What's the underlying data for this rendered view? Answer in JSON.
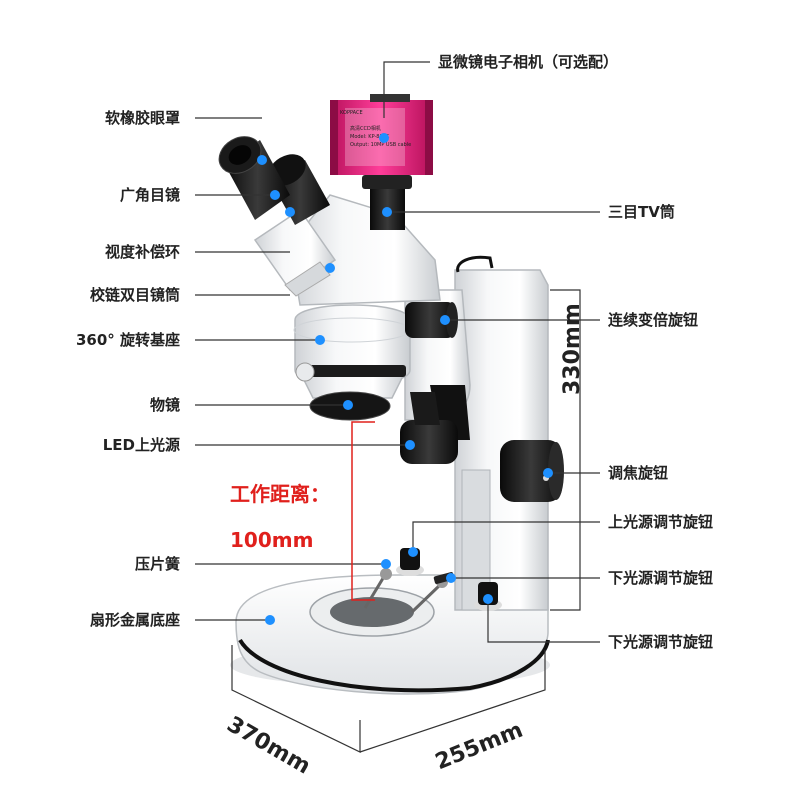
{
  "labels": {
    "soft_eye_cup": "软橡胶眼罩",
    "wide_angle_eyepiece": "广角目镜",
    "diopter_ring": "视度补偿环",
    "hinged_binocular_tube": "校链双目镜筒",
    "rotating_base": "360° 旋转基座",
    "objective": "物镜",
    "led_upper_light": "LED上光源",
    "spring_clip": "压片簧",
    "fan_metal_base": "扇形金属底座",
    "camera": "显微镜电子相机（可选配）",
    "trinocular_tube": "三目TV筒",
    "zoom_knob": "连续变倍旋钮",
    "focus_knob": "调焦旋钮",
    "upper_light_knob": "上光源调节旋钮",
    "lower_light_knob_1": "下光源调节旋钮",
    "lower_light_knob_2": "下光源调节旋钮"
  },
  "working_distance": {
    "title": "工作距离：",
    "value": "100mm"
  },
  "dimensions": {
    "height": "330mm",
    "depth": "370mm",
    "width": "255mm"
  },
  "camera_brand": "KOPPACE",
  "camera_text": [
    "高清CCD相机",
    "Model: KP-818C",
    "Output: 10MP USB cable"
  ],
  "colors": {
    "accent": "#1e90ff",
    "camera": "#e0217a",
    "red": "#e0201c"
  }
}
